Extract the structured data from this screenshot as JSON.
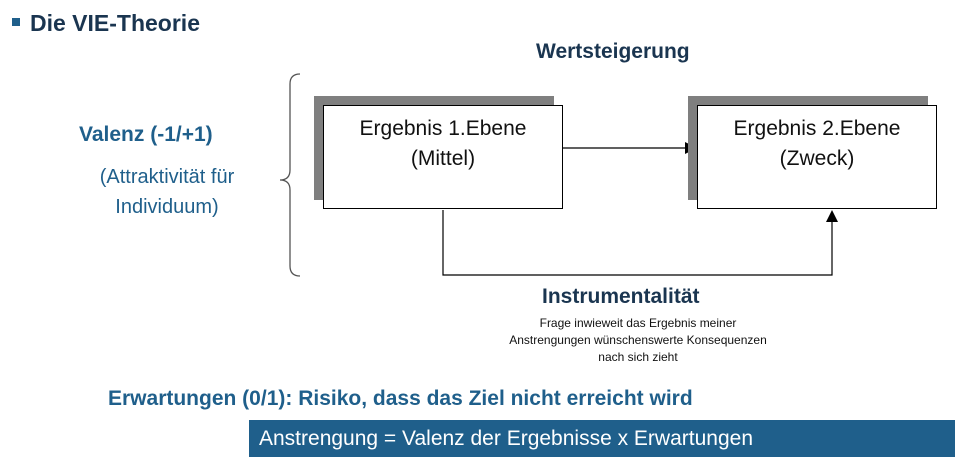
{
  "title": "Die VIE-Theorie",
  "wertsteigerung": "Wertsteigerung",
  "valenz": {
    "label": "Valenz (-1/+1)",
    "description": "(Attraktivität für Individuum)"
  },
  "box1": {
    "line1": "Ergebnis 1.Ebene",
    "line2": "(Mittel)"
  },
  "box2": {
    "line1": "Ergebnis 2.Ebene",
    "line2": "(Zweck)"
  },
  "instrumentalitaet": {
    "label": "Instrumentalität",
    "description": "Frage inwieweit das Ergebnis meiner Anstrengungen wünschenswerte Konsequenzen nach sich zieht"
  },
  "erwartungen": "Erwartungen (0/1): Risiko, dass das Ziel nicht erreicht wird",
  "formula": "Anstrengung = Valenz der Ergebnisse x Erwartungen",
  "colors": {
    "primary_blue": "#1f5f8b",
    "dark_navy": "#1a3550",
    "box_shadow": "#7f7f7f"
  }
}
